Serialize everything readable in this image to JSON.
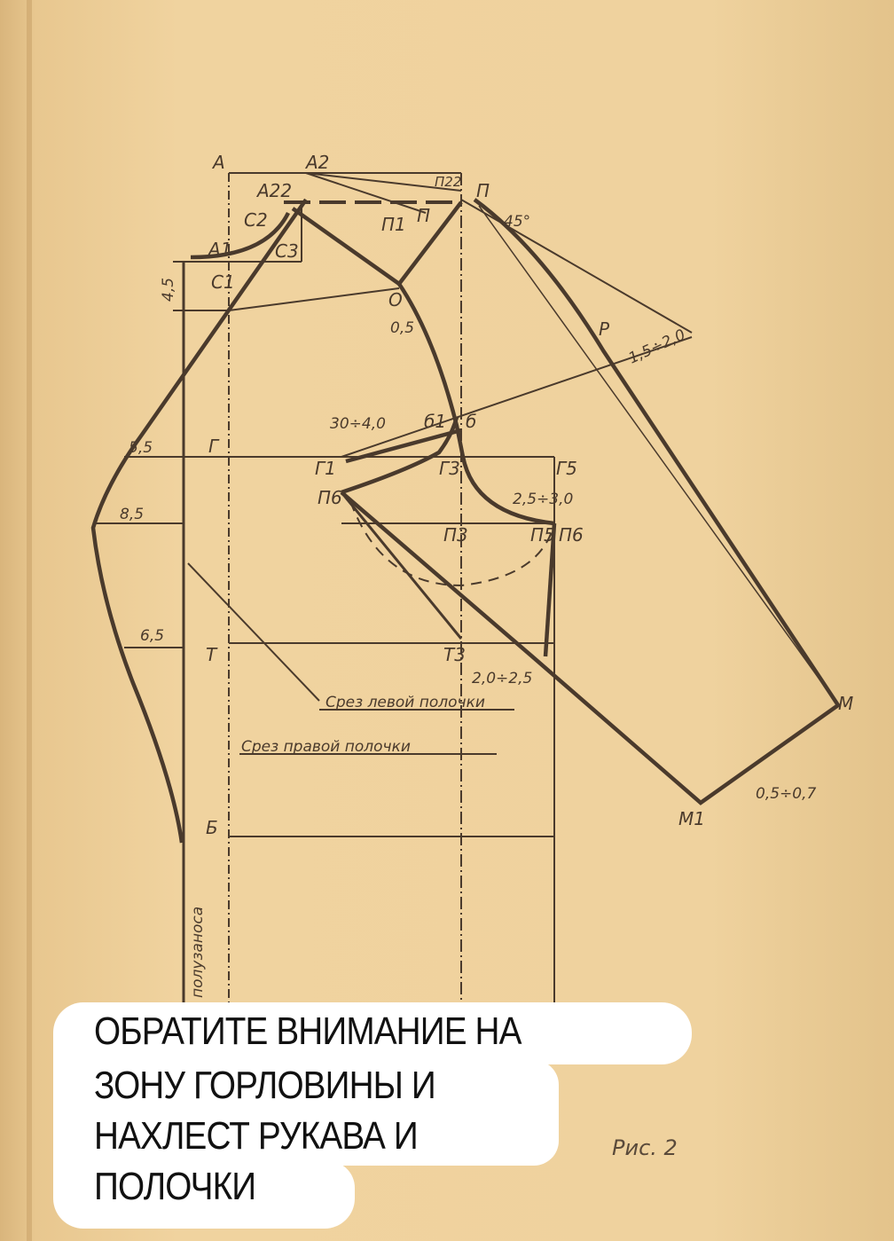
{
  "diagram": {
    "labels": {
      "A": "А",
      "A2": "А2",
      "A22": "А22",
      "A1": "А1",
      "C2": "С2",
      "C3": "С3",
      "C1": "С1",
      "P22": "П22",
      "P": "П",
      "P1": "П1",
      "P_": "П",
      "O": "О",
      "R": "Р",
      "G": "Г",
      "G1": "Г1",
      "G3": "Г3",
      "G5": "Г5",
      "B1": "б1",
      "B": "б",
      "P6a": "П6",
      "P3": "П3",
      "P5": "П5",
      "P6b": "П6",
      "T": "Т",
      "T3": "Т3",
      "Bb": "Б",
      "M": "М",
      "M1": "М1"
    },
    "dimensions": {
      "d45": "4,5",
      "d55": "5,5",
      "d85": "8,5",
      "d65": "6,5",
      "angle": "45°",
      "d05": "0,5",
      "d15_20": "1,5÷2,0",
      "d30_40": "30÷4,0",
      "d25_30": "2,5÷3,0",
      "d20_25": "2,0÷2,5",
      "d05_07": "0,5÷0,7"
    },
    "notes": {
      "left_front": "Срез левой полочки",
      "right_front": "Срез правой полочки",
      "vertical": "полузаноса"
    }
  },
  "caption": {
    "lines": [
      "ОБРАТИТЕ ВНИМАНИЕ НА",
      "ЗОНУ ГОРЛОВИНЫ И",
      "НАХЛЕСТ РУКАВА И",
      "ПОЛОЧКИ"
    ]
  },
  "figure_label": "Рис. 2"
}
